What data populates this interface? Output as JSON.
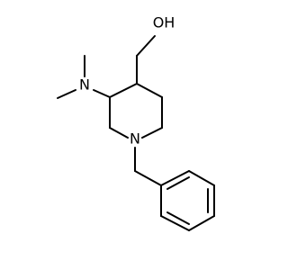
{
  "molecule": {
    "labels": {
      "hydroxyl": "OH",
      "amine_nitrogen": "N",
      "ring_nitrogen": "N"
    },
    "colors": {
      "bond": "#000000",
      "text": "#000000",
      "background": "#ffffff"
    }
  }
}
